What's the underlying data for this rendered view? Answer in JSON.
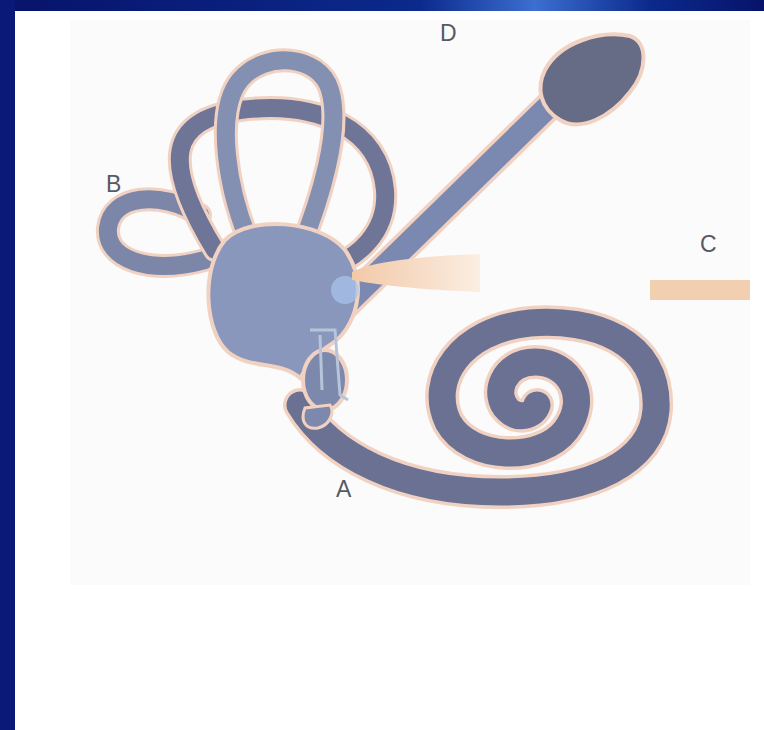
{
  "diagram": {
    "labels": [
      "D",
      "B",
      "C",
      "A"
    ]
  }
}
